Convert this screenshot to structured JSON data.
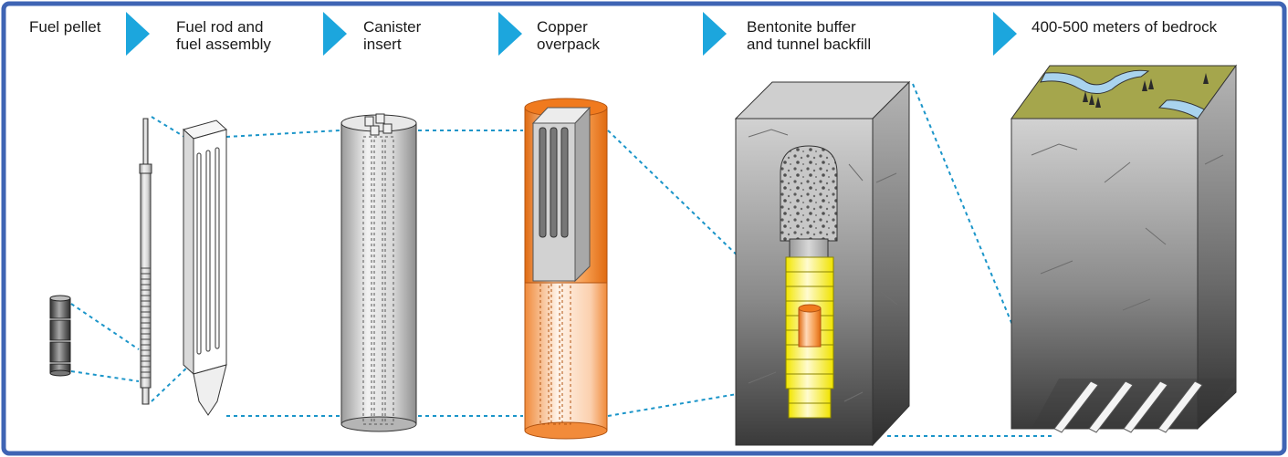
{
  "stages": [
    {
      "lines": [
        "Fuel pellet"
      ]
    },
    {
      "lines": [
        "Fuel rod and",
        "fuel assembly"
      ]
    },
    {
      "lines": [
        "Canister",
        "insert"
      ]
    },
    {
      "lines": [
        "Copper",
        "overpack"
      ]
    },
    {
      "lines": [
        "Bentonite buffer",
        "and tunnel backfill"
      ]
    },
    {
      "lines": [
        "400-500 meters of bedrock"
      ]
    }
  ],
  "colors": {
    "frame": "#3f64b4",
    "arrow": "#1ca6dd",
    "connector": "#1b95c9",
    "copper": "#ee7a1e",
    "bentonite": "#f4ec2e",
    "bedrock_dark": "#4e4e4e",
    "bedrock_light": "#c9c9c9",
    "surface_grass": "#a5a64c",
    "surface_water": "#a9d3ee"
  }
}
